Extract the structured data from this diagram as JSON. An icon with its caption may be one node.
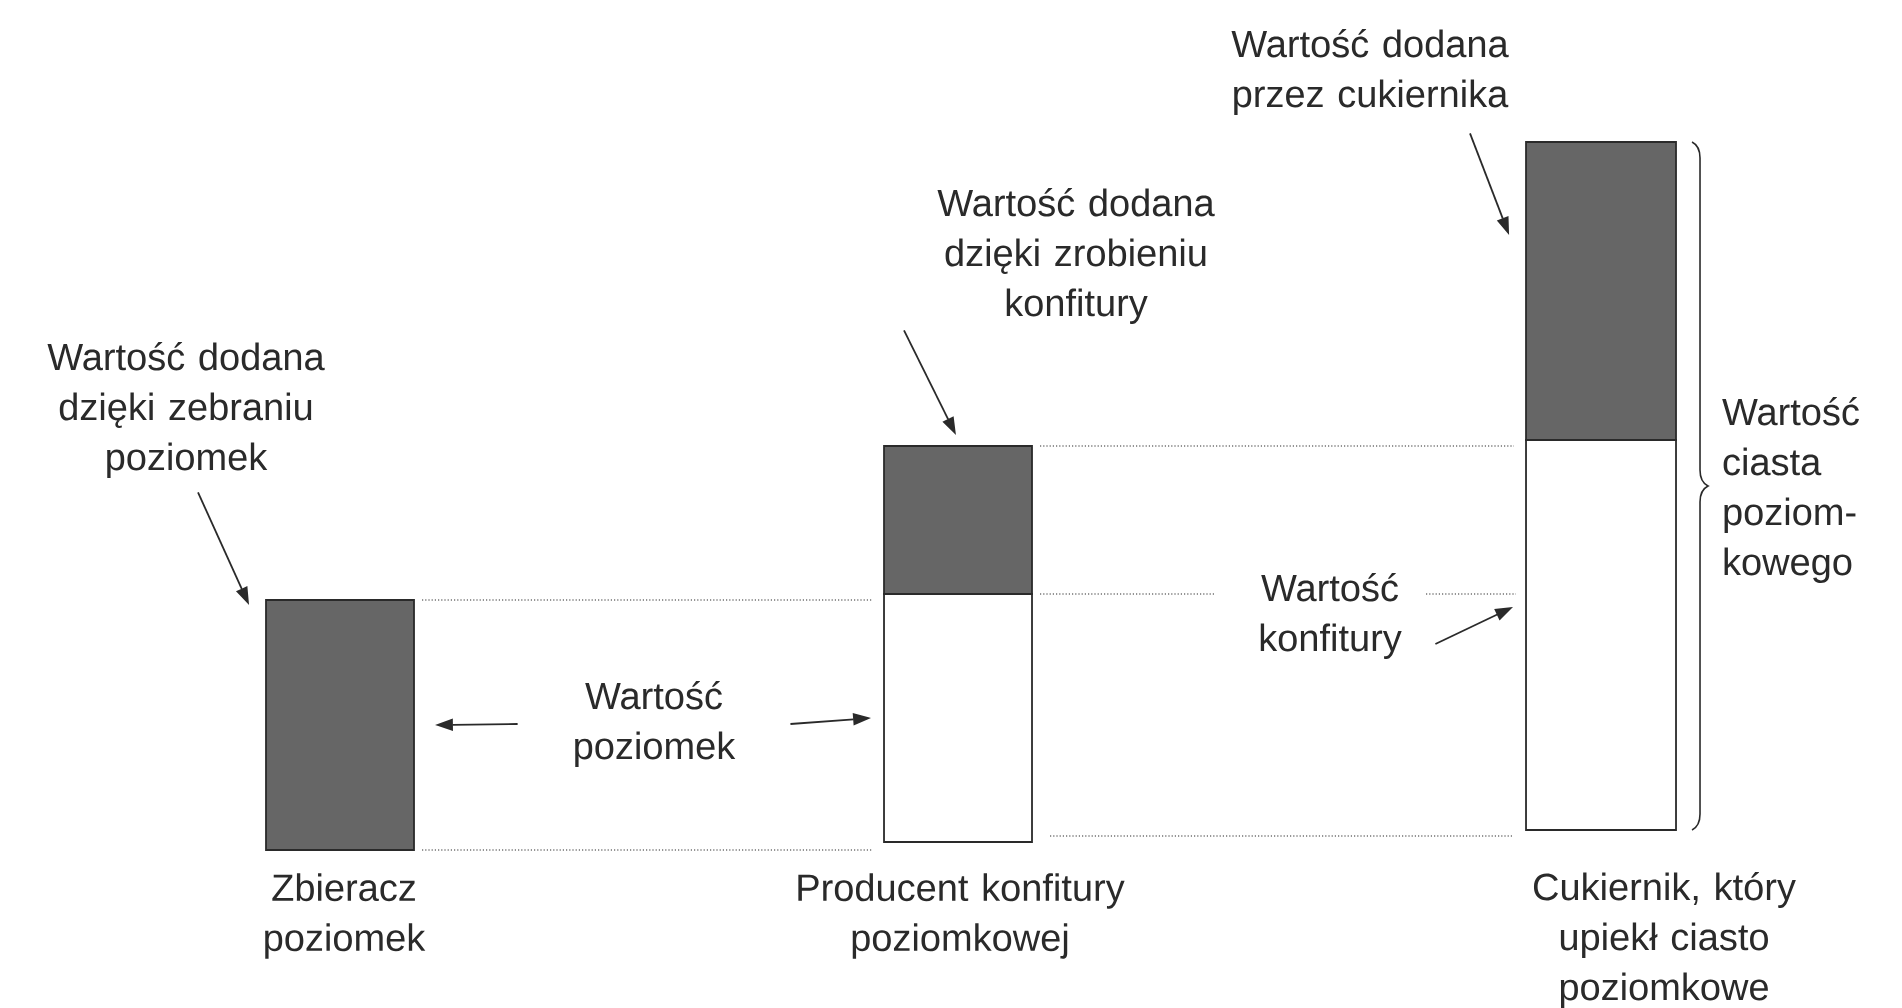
{
  "diagram": {
    "nodes": [
      {
        "text": [
          "Wartość dodana dzięki zebraniu poziomek"
        ]
      },
      {
        "text": [],
        "shape": "bar",
        "beside": [
          "Zbieracz poziomek"
        ]
      },
      {
        "text": [
          "Wartość poziomek"
        ]
      },
      {
        "text": [
          "Wartość dodana dzięki zrobieniu konfitury"
        ]
      },
      {
        "text": [],
        "shape": "bar"
      },
      {
        "text": [],
        "shape": "bar",
        "beside": [
          "Producent konfitury poziomkowej"
        ]
      },
      {
        "text": [
          "Wartość dodana przez cukiernika"
        ]
      },
      {
        "text": [],
        "shape": "bar"
      },
      {
        "text": [],
        "shape": "bar",
        "beside": [
          "Cukiernik, który upiekł ciasto poziomkowe"
        ]
      },
      {
        "text": [
          "Wartość konfitury"
        ]
      },
      {
        "text": [
          "Wartość ciasta poziom- kowego"
        ]
      }
    ],
    "edges": [
      {
        "from": 0,
        "to": 1,
        "arrow": "to"
      },
      {
        "from": 2,
        "to": 1,
        "arrow": "to"
      },
      {
        "from": 2,
        "to": 5,
        "arrow": "to"
      },
      {
        "from": 3,
        "to": 4,
        "arrow": "to"
      },
      {
        "from": 6,
        "to": 7,
        "arrow": "to"
      },
      {
        "from": 9,
        "to": 8,
        "arrow": "to"
      }
    ]
  }
}
